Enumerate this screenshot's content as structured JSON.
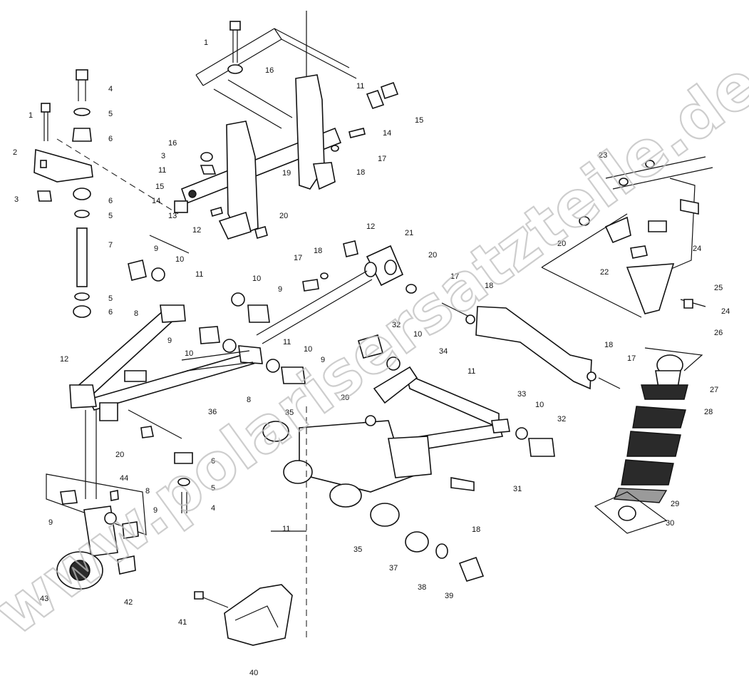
{
  "watermark": "www.polarisersatzteile.de",
  "colors": {
    "ink": "#111111",
    "paper": "#ffffff",
    "watermark": "#bdbdbd"
  },
  "callouts": [
    {
      "id": "c1a",
      "text": "1"
    },
    {
      "id": "c1b",
      "text": "1"
    },
    {
      "id": "c16a",
      "text": "16"
    },
    {
      "id": "c11a",
      "text": "11"
    },
    {
      "id": "c15a",
      "text": "15"
    },
    {
      "id": "c14a",
      "text": "14"
    },
    {
      "id": "c4a",
      "text": "4"
    },
    {
      "id": "c5a",
      "text": "5"
    },
    {
      "id": "c6a",
      "text": "6"
    },
    {
      "id": "c2",
      "text": "2"
    },
    {
      "id": "c3a",
      "text": "3"
    },
    {
      "id": "c6b",
      "text": "6"
    },
    {
      "id": "c5b",
      "text": "5"
    },
    {
      "id": "c7",
      "text": "7"
    },
    {
      "id": "c5c",
      "text": "5"
    },
    {
      "id": "c6c",
      "text": "6"
    },
    {
      "id": "c16b",
      "text": "16"
    },
    {
      "id": "c3b",
      "text": "3"
    },
    {
      "id": "c11b",
      "text": "11"
    },
    {
      "id": "c15b",
      "text": "15"
    },
    {
      "id": "c14b",
      "text": "14"
    },
    {
      "id": "c13",
      "text": "13"
    },
    {
      "id": "c12a",
      "text": "12"
    },
    {
      "id": "c19",
      "text": "19"
    },
    {
      "id": "c20a",
      "text": "20"
    },
    {
      "id": "c17a",
      "text": "17"
    },
    {
      "id": "c18a",
      "text": "18"
    },
    {
      "id": "c23",
      "text": "23"
    },
    {
      "id": "c20b",
      "text": "20"
    },
    {
      "id": "c24a",
      "text": "24"
    },
    {
      "id": "c22",
      "text": "22"
    },
    {
      "id": "c25",
      "text": "25"
    },
    {
      "id": "c24b",
      "text": "24"
    },
    {
      "id": "c26",
      "text": "26"
    },
    {
      "id": "c9a",
      "text": "9"
    },
    {
      "id": "c10a",
      "text": "10"
    },
    {
      "id": "c11c",
      "text": "11"
    },
    {
      "id": "c8a",
      "text": "8"
    },
    {
      "id": "c12b",
      "text": "12"
    },
    {
      "id": "c17b",
      "text": "17"
    },
    {
      "id": "c18b",
      "text": "18"
    },
    {
      "id": "c21",
      "text": "21"
    },
    {
      "id": "c20c",
      "text": "20"
    },
    {
      "id": "c10b",
      "text": "10"
    },
    {
      "id": "c9b",
      "text": "9"
    },
    {
      "id": "c17c",
      "text": "17"
    },
    {
      "id": "c18c",
      "text": "18"
    },
    {
      "id": "c9c",
      "text": "9"
    },
    {
      "id": "c10c",
      "text": "10"
    },
    {
      "id": "c11d",
      "text": "11"
    },
    {
      "id": "c10d",
      "text": "10"
    },
    {
      "id": "c9d",
      "text": "9"
    },
    {
      "id": "c32a",
      "text": "32"
    },
    {
      "id": "c10e",
      "text": "10"
    },
    {
      "id": "c34",
      "text": "34"
    },
    {
      "id": "c11e",
      "text": "11"
    },
    {
      "id": "c18d",
      "text": "18"
    },
    {
      "id": "c17d",
      "text": "17"
    },
    {
      "id": "c27",
      "text": "27"
    },
    {
      "id": "c28",
      "text": "28"
    },
    {
      "id": "c12c",
      "text": "12"
    },
    {
      "id": "c36",
      "text": "36"
    },
    {
      "id": "c8b",
      "text": "8"
    },
    {
      "id": "c20d",
      "text": "20"
    },
    {
      "id": "c35a",
      "text": "35"
    },
    {
      "id": "c33",
      "text": "33"
    },
    {
      "id": "c10f",
      "text": "10"
    },
    {
      "id": "c32b",
      "text": "32"
    },
    {
      "id": "c20e",
      "text": "20"
    },
    {
      "id": "c6d",
      "text": "6"
    },
    {
      "id": "c5d",
      "text": "5"
    },
    {
      "id": "c4b",
      "text": "4"
    },
    {
      "id": "c44",
      "text": "44"
    },
    {
      "id": "c8c",
      "text": "8"
    },
    {
      "id": "c9e",
      "text": "9"
    },
    {
      "id": "c9f",
      "text": "9"
    },
    {
      "id": "c31",
      "text": "31"
    },
    {
      "id": "c29",
      "text": "29"
    },
    {
      "id": "c30",
      "text": "30"
    },
    {
      "id": "c11f",
      "text": "11"
    },
    {
      "id": "c35b",
      "text": "35"
    },
    {
      "id": "c18e",
      "text": "18"
    },
    {
      "id": "c37",
      "text": "37"
    },
    {
      "id": "c38",
      "text": "38"
    },
    {
      "id": "c39",
      "text": "39"
    },
    {
      "id": "c43",
      "text": "43"
    },
    {
      "id": "c42",
      "text": "42"
    },
    {
      "id": "c41",
      "text": "41"
    },
    {
      "id": "c40",
      "text": "40"
    }
  ]
}
